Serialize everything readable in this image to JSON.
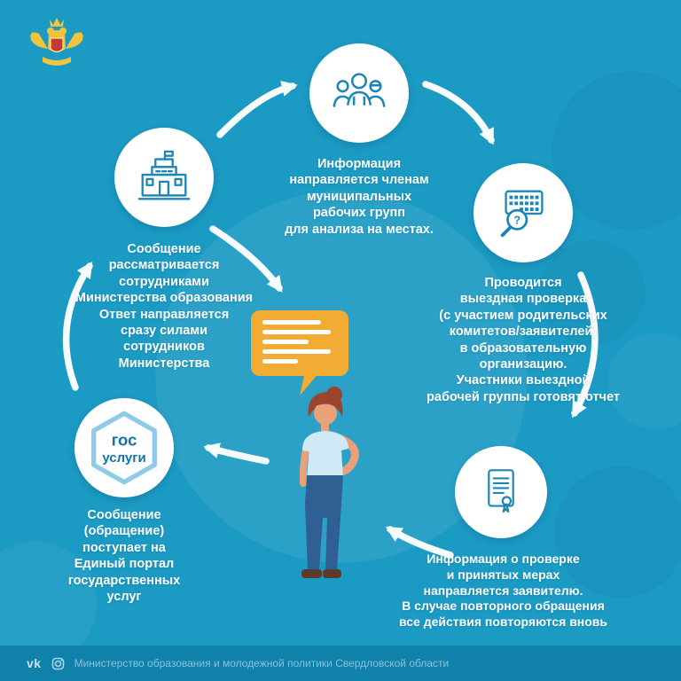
{
  "colors": {
    "background": "#1b9ac4",
    "footer_bar": "#0f81ab",
    "circle_fill": "#ffffff",
    "icon_stroke": "#1c86b4",
    "step_text": "#ffffff",
    "speech_bubble": "#f3ac33",
    "gosuslugi_text": "#1173a9",
    "gosuslugi_hexagon": "#8fcbe8"
  },
  "icons": {
    "emblem": "sverdlovsk-oblast-coat-of-arms",
    "step_icons": [
      "gosuslugi-logo",
      "school-building-icon",
      "people-group-icon",
      "inspection-magnifier-icon",
      "certificate-document-icon"
    ],
    "center": [
      "speech-bubble-icon",
      "woman-illustration"
    ],
    "social": [
      "vk-icon",
      "instagram-icon"
    ]
  },
  "steps": [
    {
      "name": "portal",
      "text": "Сообщение\n(обращение)\nпоступает на\nЕдиный портал\nгосударственных\nуслуг"
    },
    {
      "name": "ministry-review",
      "text": "Сообщение\nрассматривается\nсотрудниками\nМинистерства образования\nОтвет направляется\nсразу силами\nсотрудников\nМинистерства"
    },
    {
      "name": "working-groups",
      "text": "Информация\nнаправляется членам\nмуниципальных\nрабочих групп\nдля анализа на местах."
    },
    {
      "name": "onsite-inspection",
      "text": "Проводится\nвыездная проверка\n(с участием родительских\nкомитетов/заявителей)\nв образовательную\nорганизацию.\nУчастники выездной\nрабочей группы готовят отчет"
    },
    {
      "name": "report-to-applicant",
      "text": "Информация о проверке\nи принятых мерах\nнаправляется заявителю.\nВ случае повторного обращения\nвсе действия повторяются вновь"
    }
  ],
  "magnifier_glyph": "?",
  "gosuslugi_logo": {
    "line1": "гос",
    "line2": "услуги"
  },
  "social": {
    "vk_label": "vk"
  },
  "footer": {
    "text": "Министерство образования и молодежной политики Свердловской области"
  }
}
